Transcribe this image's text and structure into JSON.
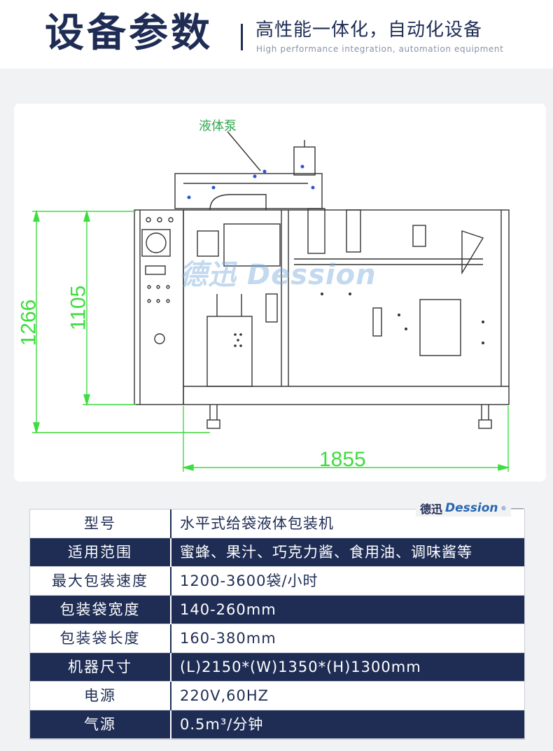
{
  "header": {
    "title": "设备参数",
    "subtitle": "高性能一体化，自动化设备",
    "subtitle_en": "High performance integration, automation equipment"
  },
  "drawing": {
    "pump_label": "液体泵",
    "watermark": "德迅 Dession",
    "dimensions": {
      "height_total": "1266",
      "height_body": "1105",
      "width_total": "1855"
    },
    "dim_color": "#3fdc3f"
  },
  "brand": {
    "cn": "德迅",
    "en": "Dession",
    "reg": "®"
  },
  "specs": [
    {
      "key": "型号",
      "value": "水平式给袋液体包装机"
    },
    {
      "key": "适用范围",
      "value": "蜜蜂、果汁、巧克力酱、食用油、调味酱等"
    },
    {
      "key": "最大包装速度",
      "value": "1200-3600袋/小时"
    },
    {
      "key": "包装袋宽度",
      "value": "140-260mm"
    },
    {
      "key": "包装袋长度",
      "value": "160-380mm"
    },
    {
      "key": "机器尺寸",
      "value": "(L)2150*(W)1350*(H)1300mm"
    },
    {
      "key": "电源",
      "value": "220V,60HZ"
    },
    {
      "key": "气源",
      "value": "0.5m³/分钟"
    }
  ],
  "colors": {
    "primary": "#1f2d55",
    "accent": "#2766b4",
    "background": "#f1f2f4"
  }
}
